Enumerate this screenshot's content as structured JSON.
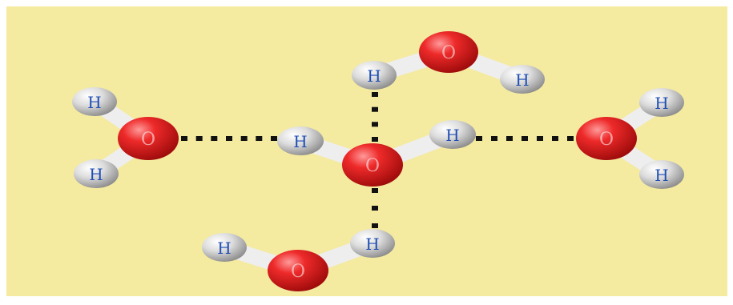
{
  "colors": {
    "page": "#ffffff",
    "panel": "#f4eaa0",
    "oxygen": "#e01418",
    "hydrogen": "#dedede",
    "bond": "#f0f0f0",
    "hydrogen_label": "#1f4fb5",
    "hbond": "#111111"
  },
  "atom_labels": {
    "hydrogen": "H",
    "oxygen": "O"
  },
  "molecules": [
    {
      "id": "center",
      "atoms": [
        "O",
        "H",
        "H"
      ]
    },
    {
      "id": "top",
      "atoms": [
        "O",
        "H",
        "H"
      ]
    },
    {
      "id": "left",
      "atoms": [
        "O",
        "H",
        "H"
      ]
    },
    {
      "id": "right",
      "atoms": [
        "O",
        "H",
        "H"
      ]
    },
    {
      "id": "bottom",
      "atoms": [
        "O",
        "H",
        "H"
      ]
    }
  ],
  "hydrogen_bonds": [
    {
      "from": "center.O",
      "to": "top.H"
    },
    {
      "from": "center.H",
      "to": "left.O"
    },
    {
      "from": "center.H",
      "to": "right.O"
    },
    {
      "from": "center.O",
      "to": "bottom.H"
    }
  ]
}
